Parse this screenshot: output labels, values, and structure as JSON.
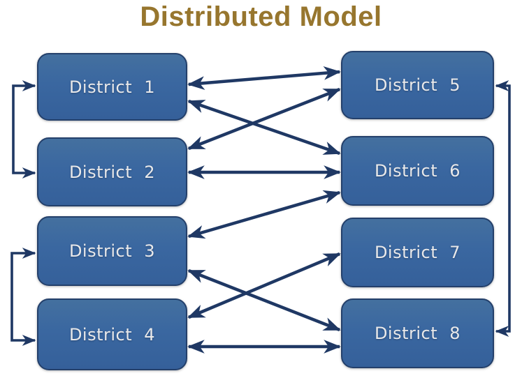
{
  "title": "Distributed Model",
  "colors": {
    "title": "#97762e",
    "box_fill": "#3a67a0",
    "box_border": "#24406b",
    "box_label": "#e9e9ea",
    "arrow": "#1f3864",
    "background": "#ffffff"
  },
  "districts": [
    {
      "label": "District 1"
    },
    {
      "label": "District 2"
    },
    {
      "label": "District 3"
    },
    {
      "label": "District 4"
    },
    {
      "label": "District 5"
    },
    {
      "label": "District 6"
    },
    {
      "label": "District 7"
    },
    {
      "label": "District 8"
    }
  ],
  "edges": [
    {
      "from": "District 1",
      "to": "District 5",
      "style": "direct",
      "bidirectional": true
    },
    {
      "from": "District 1",
      "to": "District 6",
      "style": "direct",
      "bidirectional": true
    },
    {
      "from": "District 2",
      "to": "District 5",
      "style": "direct",
      "bidirectional": true
    },
    {
      "from": "District 2",
      "to": "District 6",
      "style": "direct",
      "bidirectional": true
    },
    {
      "from": "District 3",
      "to": "District 6",
      "style": "direct",
      "bidirectional": true
    },
    {
      "from": "District 3",
      "to": "District 8",
      "style": "direct",
      "bidirectional": true
    },
    {
      "from": "District 4",
      "to": "District 7",
      "style": "direct",
      "bidirectional": true
    },
    {
      "from": "District 4",
      "to": "District 8",
      "style": "direct",
      "bidirectional": true
    },
    {
      "from": "District 1",
      "to": "District 2",
      "style": "bracket-left",
      "bidirectional": true
    },
    {
      "from": "District 3",
      "to": "District 4",
      "style": "bracket-left",
      "bidirectional": true
    },
    {
      "from": "District 5",
      "to": "District 8",
      "style": "bracket-right",
      "bidirectional": true
    }
  ]
}
